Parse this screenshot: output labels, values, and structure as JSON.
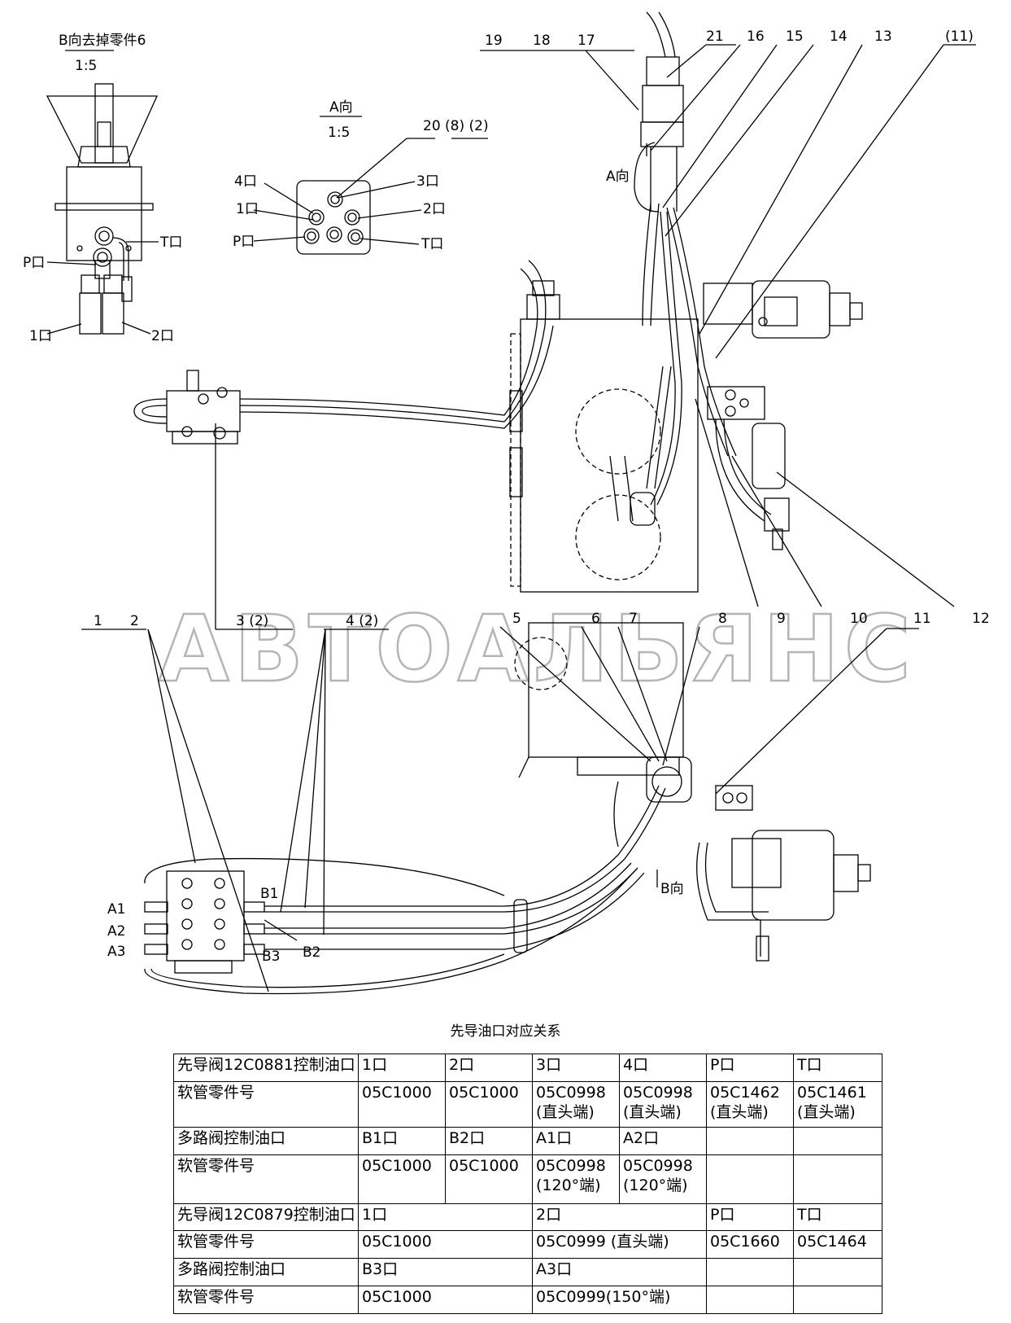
{
  "view_b": {
    "title": "B向去掉零件6",
    "scale": "1:5",
    "ports": {
      "p": "P口",
      "t": "T口",
      "one": "1口",
      "two": "2口"
    }
  },
  "view_a": {
    "title": "A向",
    "scale": "1:5",
    "callout": "20 (8) (2)",
    "ports": {
      "four": "4口",
      "three": "3口",
      "one": "1口",
      "two": "2口",
      "p": "P口",
      "t": "T口"
    }
  },
  "callouts": {
    "c19": "19",
    "c18": "18",
    "c17": "17",
    "c21": "21",
    "c16": "16",
    "c15": "15",
    "c14": "14",
    "c13": "13",
    "c11p": "(11)",
    "c1": "1",
    "c2": "2",
    "c3": "3 (2)",
    "c4": "4 (2)",
    "c5": "5",
    "c6": "6",
    "c7": "7",
    "c8": "8",
    "c9": "9",
    "c10": "10",
    "c11": "11",
    "c12": "12"
  },
  "direction_a": "A向",
  "direction_b": "B向",
  "valve_ports": {
    "a1": "A1",
    "a2": "A2",
    "a3": "A3",
    "b1": "B1",
    "b2": "B2",
    "b3": "B3"
  },
  "watermark": "АВТОАЛЬЯНС",
  "table": {
    "title": "先导油口对应关系",
    "rows": [
      [
        "先导阀12C0881控制油口",
        "1口",
        "2口",
        "3口",
        "4口",
        "P口",
        "T口"
      ],
      [
        "软管零件号",
        "05C1000",
        "05C1000",
        "05C0998",
        "05C0998",
        "05C1462",
        "05C1461"
      ],
      [
        "",
        "",
        "",
        "(直头端)",
        "(直头端)",
        "(直头端)",
        "(直头端)"
      ],
      [
        "多路阀控制油口",
        "B1口",
        "B2口",
        "A1口",
        "A2口"
      ],
      [
        "软管零件号",
        "05C1000",
        "05C1000",
        "05C0998",
        "05C0998"
      ],
      [
        "",
        "",
        "",
        "(120°端)",
        "(120°端)"
      ],
      [
        "先导阀12C0879控制油口",
        "1口",
        "2口",
        "P口",
        "T口"
      ],
      [
        "软管零件号",
        "05C1000",
        "05C0999 (直头端)",
        "05C1660",
        "05C1464"
      ],
      [
        "多路阀控制油口",
        "B3口",
        "A3口"
      ],
      [
        "软管零件号",
        "05C1000",
        "05C0999(150°端)"
      ]
    ]
  }
}
